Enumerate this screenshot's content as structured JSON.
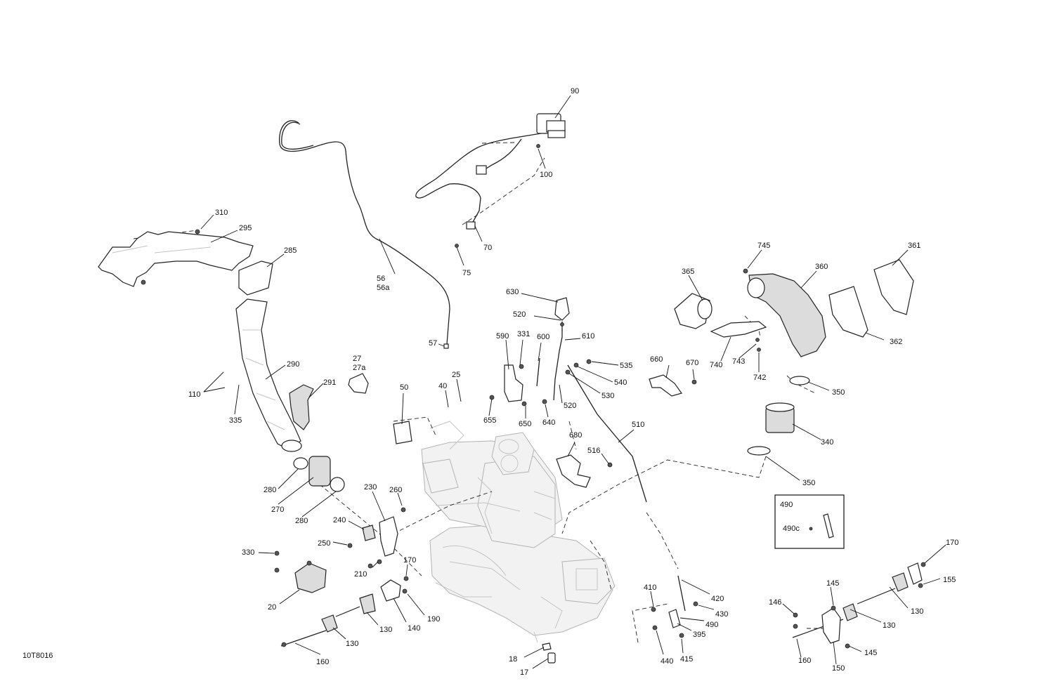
{
  "figure_code": "10T8016",
  "inset_box": {
    "title": "490",
    "item": "490c"
  },
  "callouts": {
    "c90": "90",
    "c100": "100",
    "c70": "70",
    "c75": "75",
    "c56": "56",
    "c56a": "56a",
    "c57": "57",
    "c310": "310",
    "c295": "295",
    "c285": "285",
    "c290": "290",
    "c110": "110",
    "c335": "335",
    "c291": "291",
    "c27": "27",
    "c27a": "27a",
    "c50": "50",
    "c40": "40",
    "c25": "25",
    "c630": "630",
    "c520a": "520",
    "c610": "610",
    "c590": "590",
    "c331": "331",
    "c600": "600",
    "c535": "535",
    "c540": "540",
    "c530": "530",
    "c520b": "520",
    "c655": "655",
    "c650": "650",
    "c640": "640",
    "c510": "510",
    "c680": "680",
    "c516": "516",
    "c660": "660",
    "c670": "670",
    "c745": "745",
    "c365": "365",
    "c360": "360",
    "c361": "361",
    "c362": "362",
    "c740": "740",
    "c743": "743",
    "c742": "742",
    "c350a": "350",
    "c340": "340",
    "c350b": "350",
    "c280a": "280",
    "c270": "270",
    "c280b": "280",
    "c230": "230",
    "c260": "260",
    "c240": "240",
    "c250": "250",
    "c210": "210",
    "c330": "330",
    "c20": "20",
    "c170a": "170",
    "c190": "190",
    "c140": "140",
    "c130a": "130",
    "c130b": "130",
    "c160a": "160",
    "c410": "410",
    "c420": "420",
    "c430": "430",
    "c490": "490",
    "c395": "395",
    "c440": "440",
    "c415": "415",
    "c18": "18",
    "c17": "17",
    "c170b": "170",
    "c155": "155",
    "c145a": "145",
    "c146": "146",
    "c130c": "130",
    "c130d": "130",
    "c160b": "160",
    "c150": "150",
    "c145b": "145"
  }
}
